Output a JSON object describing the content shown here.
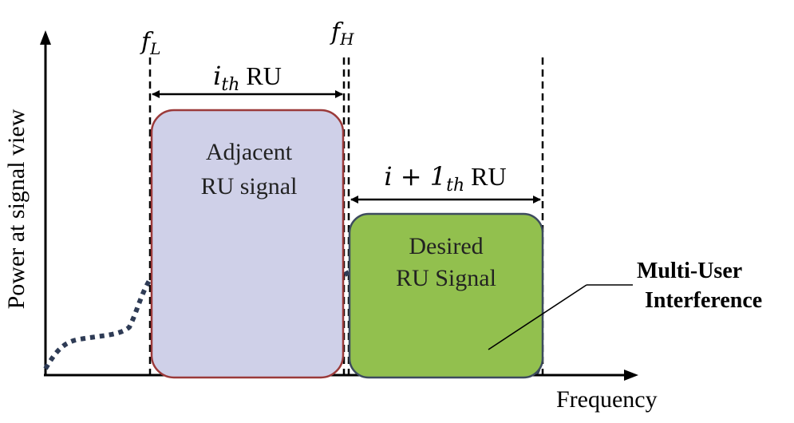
{
  "axes": {
    "y_label": "Power at signal view",
    "x_label": "Frequency"
  },
  "markers": {
    "f_low": {
      "base": "f",
      "sub": "L"
    },
    "f_high": {
      "base": "f",
      "sub": "H"
    }
  },
  "ru_i": {
    "label_math": "i",
    "label_sub": "th",
    "label_text": "RU",
    "box_line1": "Adjacent",
    "box_line2": "RU signal"
  },
  "ru_next": {
    "label_math": "i + 1",
    "label_sub": "th",
    "label_text": "RU",
    "box_line1": "Desired",
    "box_line2": "RU Signal"
  },
  "interference": {
    "line1": "Multi-User",
    "line2": "Interference"
  },
  "colors": {
    "adjacent_fill": "#cfd0e8",
    "adjacent_stroke": "#9b3a3a",
    "desired_fill": "#92c04e",
    "desired_stroke": "#3d4b5e",
    "interference": "#2e3b55"
  }
}
